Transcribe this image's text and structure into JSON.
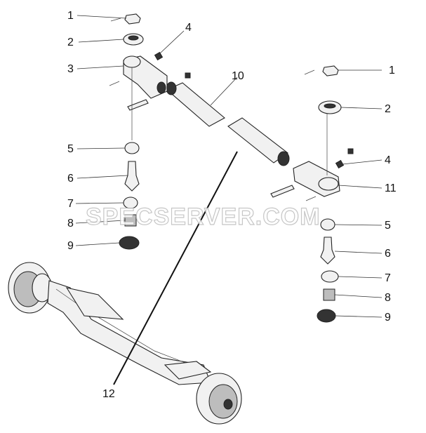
{
  "diagram": {
    "callouts_left": [
      "1",
      "2",
      "3",
      "4",
      "5",
      "6",
      "7",
      "8",
      "9"
    ],
    "callouts_right": [
      "1",
      "2",
      "4",
      "11",
      "5",
      "6",
      "7",
      "8",
      "9"
    ],
    "callout_tube": "10",
    "callout_axle": "12"
  },
  "watermark": "SPECSERVER.COM"
}
